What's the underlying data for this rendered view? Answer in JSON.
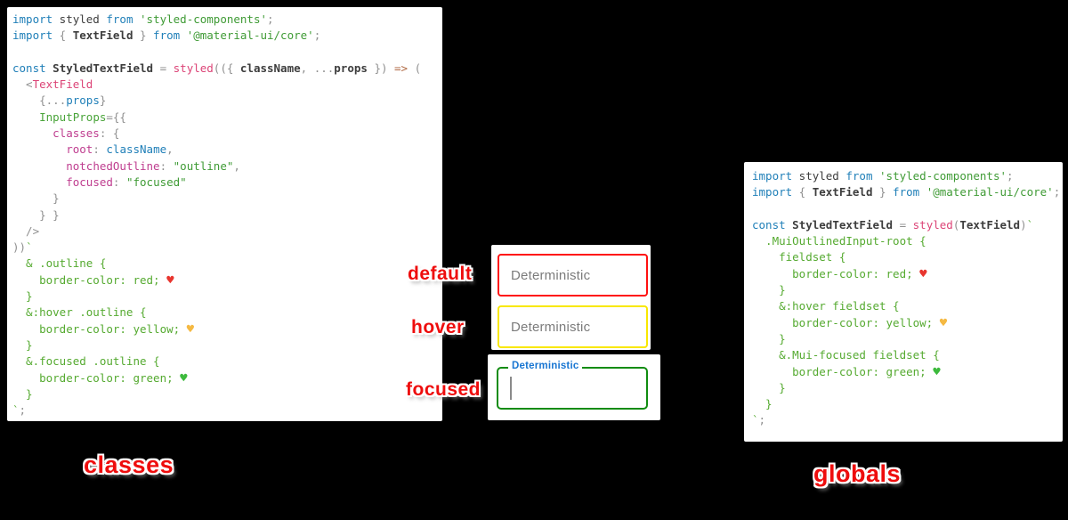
{
  "colors": {
    "background": "#000000",
    "panel_bg": "#ffffff",
    "keyword_blue": "#1f7fb8",
    "string_green": "#3f9b35",
    "css_green": "#55aa30",
    "function_pink": "#dc4477",
    "objectkey_magenta": "#bf3d8f",
    "punctuation_gray": "#909090",
    "label_red": "#ee0d0d",
    "mui_label_blue": "#1976d2",
    "placeholder_gray": "#7b7b7b"
  },
  "left_panel": {
    "lines": [
      [
        {
          "t": "import",
          "c": "kw"
        },
        {
          "t": " styled ",
          "c": "pl"
        },
        {
          "t": "from",
          "c": "kw"
        },
        {
          "t": " ",
          "c": "pl"
        },
        {
          "t": "'styled-components'",
          "c": "str"
        },
        {
          "t": ";",
          "c": "punc"
        }
      ],
      [
        {
          "t": "import",
          "c": "kw"
        },
        {
          "t": " { ",
          "c": "punc"
        },
        {
          "t": "TextField",
          "c": "id"
        },
        {
          "t": " } ",
          "c": "punc"
        },
        {
          "t": "from",
          "c": "kw"
        },
        {
          "t": " ",
          "c": "pl"
        },
        {
          "t": "'@material-ui/core'",
          "c": "str"
        },
        {
          "t": ";",
          "c": "punc"
        }
      ],
      [],
      [
        {
          "t": "const",
          "c": "kw"
        },
        {
          "t": " StyledTextField ",
          "c": "id"
        },
        {
          "t": "= ",
          "c": "punc"
        },
        {
          "t": "styled",
          "c": "fn"
        },
        {
          "t": "(({ ",
          "c": "punc"
        },
        {
          "t": "className",
          "c": "id"
        },
        {
          "t": ", ",
          "c": "punc"
        },
        {
          "t": "...",
          "c": "punc"
        },
        {
          "t": "props",
          "c": "id"
        },
        {
          "t": " }) ",
          "c": "punc"
        },
        {
          "t": "=>",
          "c": "arr"
        },
        {
          "t": " (",
          "c": "punc"
        }
      ],
      [
        {
          "t": "  <",
          "c": "punc"
        },
        {
          "t": "TextField",
          "c": "tag"
        }
      ],
      [
        {
          "t": "    {",
          "c": "punc"
        },
        {
          "t": "...",
          "c": "punc"
        },
        {
          "t": "props",
          "c": "kw"
        },
        {
          "t": "}",
          "c": "punc"
        }
      ],
      [
        {
          "t": "    ",
          "c": "pl"
        },
        {
          "t": "InputProps",
          "c": "attr"
        },
        {
          "t": "={{",
          "c": "punc"
        }
      ],
      [
        {
          "t": "      ",
          "c": "pl"
        },
        {
          "t": "classes",
          "c": "key"
        },
        {
          "t": ": {",
          "c": "punc"
        }
      ],
      [
        {
          "t": "        ",
          "c": "pl"
        },
        {
          "t": "root",
          "c": "key"
        },
        {
          "t": ": ",
          "c": "punc"
        },
        {
          "t": "className",
          "c": "kw"
        },
        {
          "t": ",",
          "c": "punc"
        }
      ],
      [
        {
          "t": "        ",
          "c": "pl"
        },
        {
          "t": "notchedOutline",
          "c": "key"
        },
        {
          "t": ": ",
          "c": "punc"
        },
        {
          "t": "\"outline\"",
          "c": "str"
        },
        {
          "t": ",",
          "c": "punc"
        }
      ],
      [
        {
          "t": "        ",
          "c": "pl"
        },
        {
          "t": "focused",
          "c": "key"
        },
        {
          "t": ": ",
          "c": "punc"
        },
        {
          "t": "\"focused\"",
          "c": "str"
        }
      ],
      [
        {
          "t": "      }",
          "c": "punc"
        }
      ],
      [
        {
          "t": "    } }",
          "c": "punc"
        }
      ],
      [
        {
          "t": "  />",
          "c": "punc"
        }
      ],
      [
        {
          "t": "))",
          "c": "punc"
        },
        {
          "t": "`",
          "c": "css"
        }
      ],
      [
        {
          "t": "  & .outline {",
          "c": "css"
        }
      ],
      [
        {
          "t": "    border-color: red; ",
          "c": "css"
        },
        {
          "t": "♥",
          "c": "hr"
        }
      ],
      [
        {
          "t": "  }",
          "c": "css"
        }
      ],
      [
        {
          "t": "  &:hover .outline {",
          "c": "css"
        }
      ],
      [
        {
          "t": "    border-color: yellow; ",
          "c": "css"
        },
        {
          "t": "♥",
          "c": "hy"
        }
      ],
      [
        {
          "t": "  }",
          "c": "css"
        }
      ],
      [
        {
          "t": "  &.focused .outline {",
          "c": "css"
        }
      ],
      [
        {
          "t": "    border-color: green; ",
          "c": "css"
        },
        {
          "t": "♥",
          "c": "hg"
        }
      ],
      [
        {
          "t": "  }",
          "c": "css"
        }
      ],
      [
        {
          "t": "`",
          "c": "css"
        },
        {
          "t": ";",
          "c": "punc"
        }
      ]
    ]
  },
  "right_panel": {
    "lines": [
      [
        {
          "t": "import",
          "c": "kw"
        },
        {
          "t": " styled ",
          "c": "pl"
        },
        {
          "t": "from",
          "c": "kw"
        },
        {
          "t": " ",
          "c": "pl"
        },
        {
          "t": "'styled-components'",
          "c": "str"
        },
        {
          "t": ";",
          "c": "punc"
        }
      ],
      [
        {
          "t": "import",
          "c": "kw"
        },
        {
          "t": " { ",
          "c": "punc"
        },
        {
          "t": "TextField",
          "c": "id"
        },
        {
          "t": " } ",
          "c": "punc"
        },
        {
          "t": "from",
          "c": "kw"
        },
        {
          "t": " ",
          "c": "pl"
        },
        {
          "t": "'@material-ui/core'",
          "c": "str"
        },
        {
          "t": ";",
          "c": "punc"
        }
      ],
      [],
      [
        {
          "t": "const",
          "c": "kw"
        },
        {
          "t": " StyledTextField ",
          "c": "id"
        },
        {
          "t": "= ",
          "c": "punc"
        },
        {
          "t": "styled",
          "c": "fn"
        },
        {
          "t": "(",
          "c": "punc"
        },
        {
          "t": "TextField",
          "c": "id"
        },
        {
          "t": ")",
          "c": "punc"
        },
        {
          "t": "`",
          "c": "css"
        }
      ],
      [
        {
          "t": "  .MuiOutlinedInput-root {",
          "c": "css"
        }
      ],
      [
        {
          "t": "    fieldset {",
          "c": "css"
        }
      ],
      [
        {
          "t": "      border-color: red; ",
          "c": "css"
        },
        {
          "t": "♥",
          "c": "hr"
        }
      ],
      [
        {
          "t": "    }",
          "c": "css"
        }
      ],
      [
        {
          "t": "    &:hover fieldset {",
          "c": "css"
        }
      ],
      [
        {
          "t": "      border-color: yellow; ",
          "c": "css"
        },
        {
          "t": "♥",
          "c": "hy"
        }
      ],
      [
        {
          "t": "    }",
          "c": "css"
        }
      ],
      [
        {
          "t": "    &.Mui-focused fieldset {",
          "c": "css"
        }
      ],
      [
        {
          "t": "      border-color: green; ",
          "c": "css"
        },
        {
          "t": "♥",
          "c": "hg"
        }
      ],
      [
        {
          "t": "    }",
          "c": "css"
        }
      ],
      [
        {
          "t": "  }",
          "c": "css"
        }
      ],
      [
        {
          "t": "`",
          "c": "css"
        },
        {
          "t": ";",
          "c": "punc"
        }
      ]
    ]
  },
  "middle": {
    "fields": {
      "default": {
        "placeholder": "Deterministic",
        "border": "#ff1010"
      },
      "hover": {
        "placeholder": "Deterministic",
        "border": "#f9e800"
      },
      "focused": {
        "label": "Deterministic",
        "border": "#108c10"
      }
    },
    "annotations": {
      "default": "default",
      "hover": "hover",
      "focused": "focused"
    }
  },
  "captions": {
    "classes": "classes",
    "globals": "globals"
  },
  "icons": {
    "red_heart": "red-heart-emoji",
    "yellow_heart": "yellow-heart-emoji",
    "green_heart": "green-heart-emoji"
  }
}
